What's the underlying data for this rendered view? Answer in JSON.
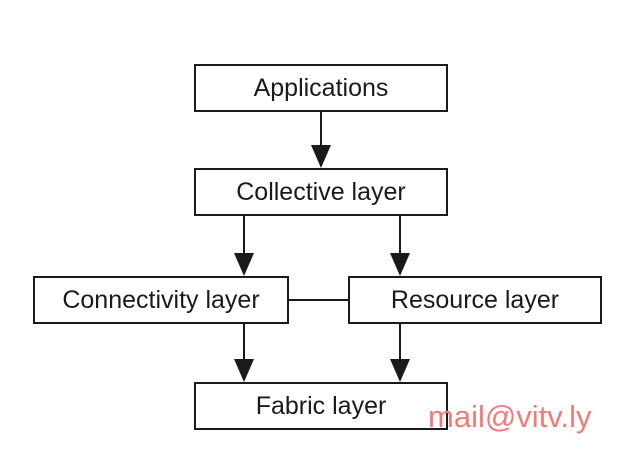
{
  "diagram": {
    "layers": {
      "applications": "Applications",
      "collective": "Collective layer",
      "connectivity": "Connectivity layer",
      "resource": "Resource layer",
      "fabric": "Fabric layer"
    },
    "watermark": "mail@vitv.ly"
  }
}
